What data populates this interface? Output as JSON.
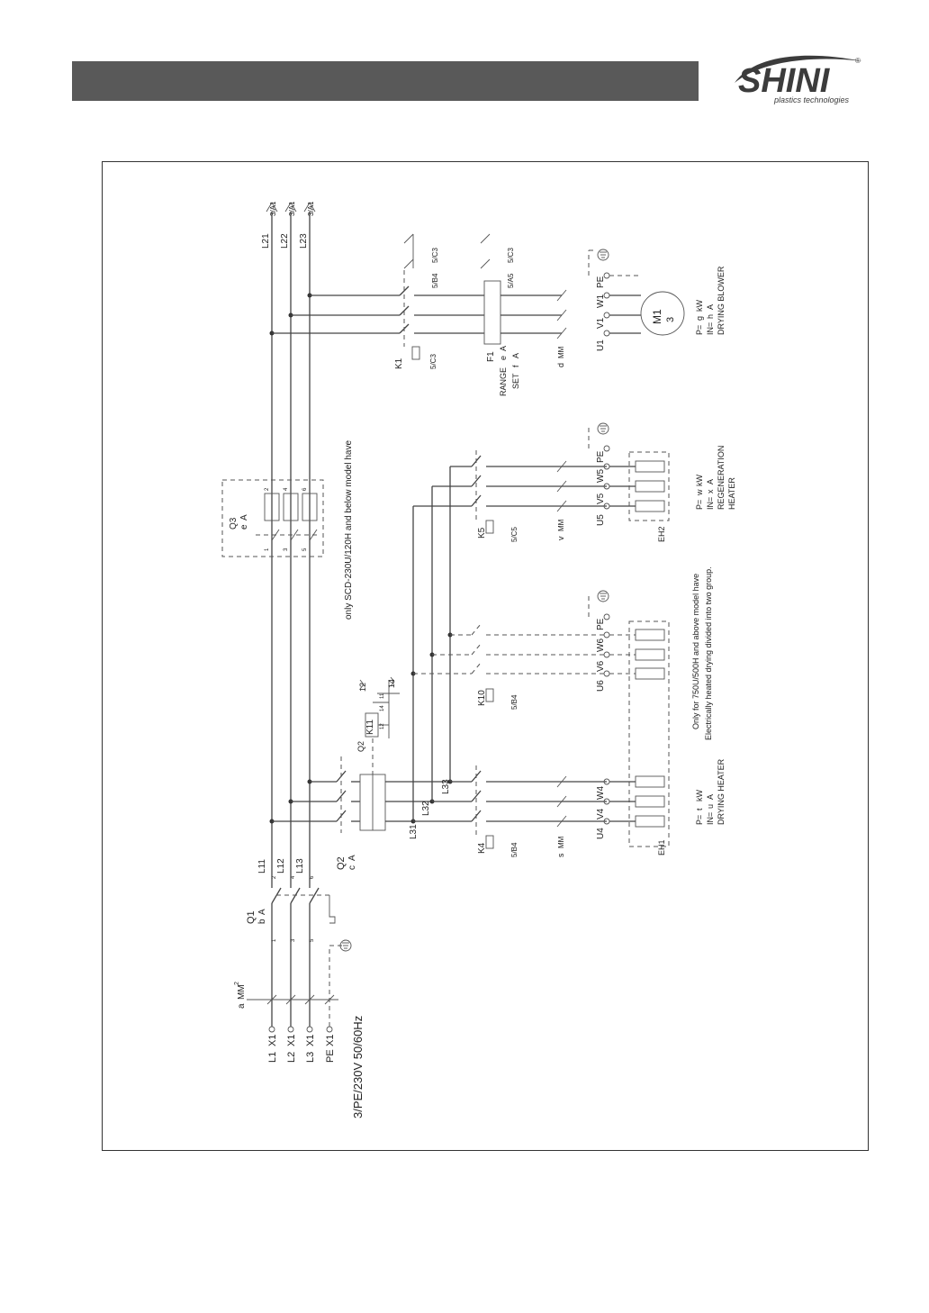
{
  "logo": {
    "brand": "SHINI",
    "tagline": "plastics technologies",
    "registered": "®"
  },
  "colors": {
    "header_bar": "#595959",
    "logo": "#3c3c3c",
    "lines": "#444444"
  },
  "supply": {
    "terminals": [
      "L1",
      "L2",
      "L3",
      "PE"
    ],
    "terminal_block": "X1",
    "voltage": "3/PE/230V 50/60Hz",
    "cable": "MM",
    "cable_mark": "a",
    "cable_exp": "2"
  },
  "q1": {
    "label": "Q1",
    "rating_mark": "b",
    "unit": "A",
    "pins": [
      "1",
      "2",
      "3",
      "4",
      "5",
      "6"
    ]
  },
  "q2": {
    "label": "Q2",
    "rating_mark": "c",
    "unit": "A",
    "aux": "Q2",
    "aux_relay": "K11",
    "aux_pins": [
      "12",
      "14",
      "11"
    ],
    "coil_pin": "14",
    "ref_pin": "12"
  },
  "q3": {
    "label": "Q3",
    "rating_mark": "e",
    "unit": "A",
    "pins": [
      "1",
      "2",
      "3",
      "4",
      "5",
      "6"
    ],
    "note": "only SCD-230U/120H and below model have"
  },
  "bus": {
    "main": [
      "L11",
      "L12",
      "L13"
    ],
    "upper": [
      "L21",
      "L22",
      "L23"
    ],
    "upper_ref": "3/A1",
    "heater": [
      "L31",
      "L32",
      "L33"
    ]
  },
  "k1": {
    "label": "K1",
    "ref": "5/C3",
    "aux_refs": [
      "5/B4",
      "5/C3"
    ]
  },
  "f1": {
    "label": "F1",
    "range_label": "RANGE",
    "range_mark": "e",
    "set_label": "SET",
    "set_mark": "f",
    "unit": "A",
    "aux_refs": [
      "5/A5",
      "5/C3"
    ]
  },
  "m1": {
    "label": "M1",
    "phase": "3",
    "cable_mark": "d",
    "power_label": "P=",
    "power_mark": "g",
    "power_unit": "kW",
    "current_label": "IN=",
    "current_mark": "h",
    "current_unit": "A",
    "name": "DRYING BLOWER",
    "terminals": [
      "U1",
      "V1",
      "W1",
      "PE"
    ]
  },
  "k5": {
    "label": "K5",
    "ref": "5/C5"
  },
  "eh2": {
    "label": "EH2",
    "cable_mark": "v",
    "power_label": "P=",
    "power_mark": "w",
    "power_unit": "kW",
    "current_label": "IN=",
    "current_mark": "x",
    "current_unit": "A",
    "name1": "REGENERATION",
    "name2": "HEATER",
    "terminals": [
      "U5",
      "V5",
      "W5",
      "PE"
    ]
  },
  "k10": {
    "label": "K10",
    "ref": "5/B4",
    "terminals": [
      "U6",
      "V6",
      "W6",
      "PE"
    ]
  },
  "note_750": {
    "line1": "Only for 750U/500H and above model have",
    "line2": "Electrically heated drying divided into two group."
  },
  "k4": {
    "label": "K4",
    "ref": "5/B4"
  },
  "eh1": {
    "label": "EH1",
    "cable_mark": "s",
    "power_label": "P=",
    "power_mark": "t",
    "power_unit": "kW",
    "current_label": "IN=",
    "current_mark": "u",
    "current_unit": "A",
    "name": "DRYING HEATER",
    "terminals": [
      "U4",
      "V4",
      "W4"
    ]
  }
}
